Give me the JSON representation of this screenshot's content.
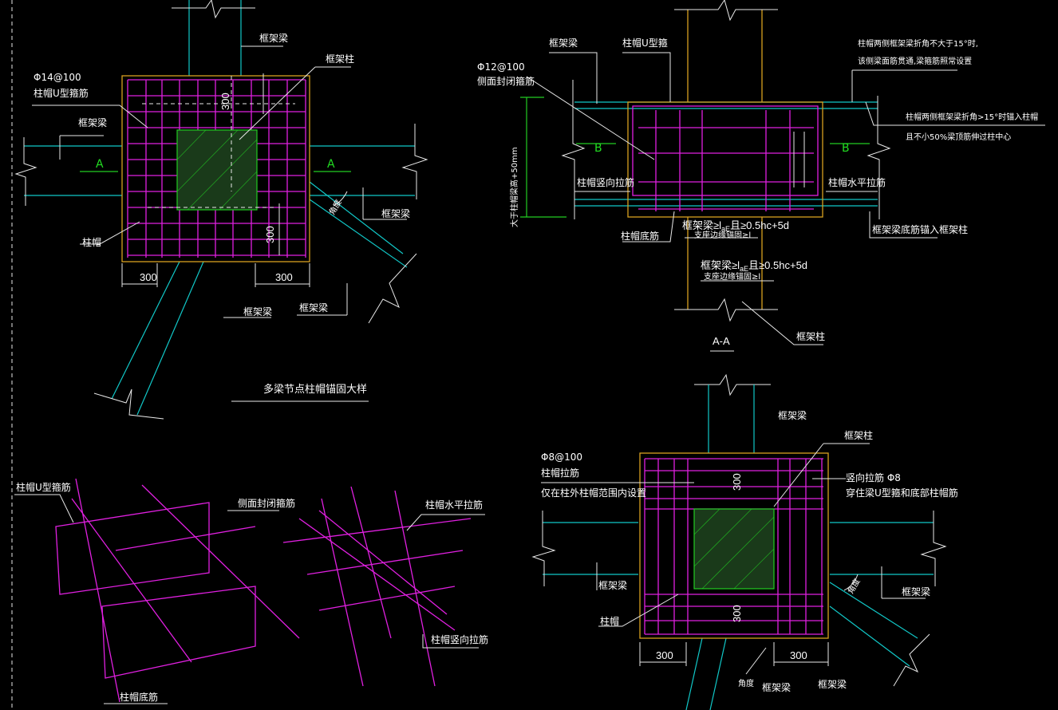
{
  "colors": {
    "background": "#000000",
    "beam_lines": "#11c8c8",
    "rebar": "#e020e0",
    "column_cap_outline": "#d8a020",
    "section_marks": "#22cc22",
    "text": "#ffffff"
  },
  "plan1": {
    "rebar_spec": "Φ14@100",
    "rebar_name": "柱帽U型箍筋",
    "label_beam_top": "框架梁",
    "label_beam_left": "框架梁",
    "label_beam_right": "框架梁",
    "label_beam_bottom1": "框架梁",
    "label_beam_bottom2": "框架梁",
    "label_column": "框架柱",
    "label_cap": "柱帽",
    "section_left": "A",
    "section_right": "A",
    "dim_top": "300",
    "dim_right": "300",
    "dim_bl": "300",
    "dim_br": "300",
    "angle_label": "角度"
  },
  "section_aa": {
    "rebar_spec": "Φ12@100",
    "rebar_name": "侧面封闭箍筋",
    "label_beam1": "框架梁",
    "label_cap_u": "柱帽U型箍",
    "note1_line1": "柱帽两侧框架梁折角不大于15°时,",
    "note1_line2": "该侧梁面筋贯通,梁箍筋照常设置",
    "note2_line1": "柱帽两侧框架梁折角>15°时锚入柱帽",
    "note2_line2": "且不小50%梁顶筋伸过柱中心",
    "vert_dim": "大于柱帽梁高+50mm",
    "label_vert_tie": "柱帽竖向拉筋",
    "label_horiz_tie": "柱帽水平拉筋",
    "label_bottom_rebar": "柱帽底筋",
    "label_beam_bottom_anchor": "框架梁底筋锚入框架柱",
    "anchor1": "框架梁≥l",
    "anchor1_sub": "aE",
    "anchor1_rest": "且≥0.5hc+5d",
    "anchor1_note": "支座边缘锚固≥l",
    "anchor2": "框架梁≥l",
    "anchor2_sub": "aE",
    "anchor2_rest": "且≥0.5hc+5d",
    "anchor2_note": "支座边缘锚固≥l",
    "section_b_left": "B",
    "section_b_right": "B",
    "label_column": "框架柱",
    "caption": "A-A"
  },
  "plan_caption": "多梁节点柱帽锚固大样",
  "plan2": {
    "rebar_spec": "Φ8@100",
    "rebar_name": "柱帽拉筋",
    "rebar_note": "仅在柱外柱帽范围内设置",
    "label_beam_top": "框架梁",
    "label_column": "框架柱",
    "vert_tie_line1": "竖向拉筋  Φ8",
    "vert_tie_line2": "穿住梁U型箍和底部柱帽筋",
    "label_beam_left": "框架梁",
    "label_beam_right": "框架梁",
    "label_cap": "柱帽",
    "label_beam_bottom1": "框架梁",
    "label_beam_bottom2": "框架梁",
    "angle_label": "角度",
    "angle_label2": "角度",
    "dim_top": "300",
    "dim_mid": "300",
    "dim_bl": "300",
    "dim_br": "300"
  },
  "iso": {
    "label_u": "柱帽U型箍筋",
    "label_side": "侧面封闭箍筋",
    "label_bottom": "柱帽底筋",
    "label_horiz": "柱帽水平拉筋",
    "label_vert": "柱帽竖向拉筋"
  }
}
